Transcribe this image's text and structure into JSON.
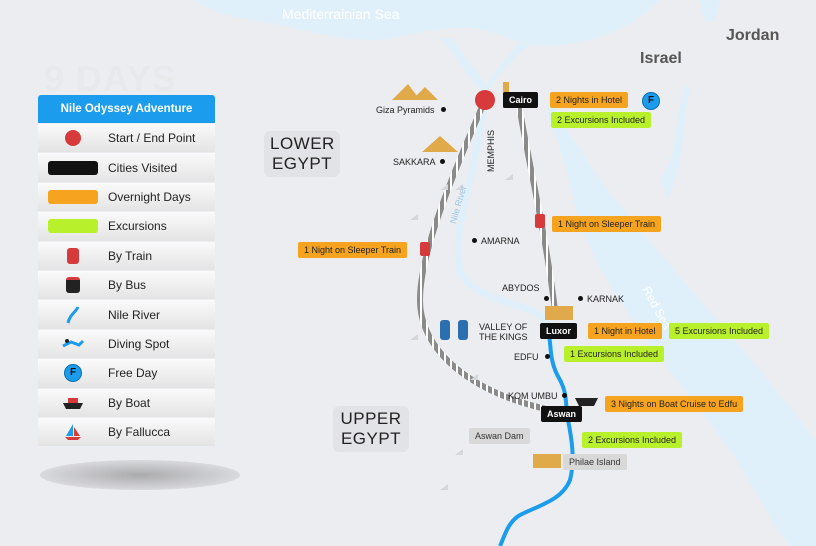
{
  "map": {
    "seas": {
      "mediterranean": "Mediterrainian Sea",
      "red_sea": "Red Sea"
    },
    "countries": {
      "israel": "Israel",
      "jordan": "Jordan"
    },
    "river": "Nile River",
    "regions": {
      "lower": "LOWER EGYPT",
      "upper": "UPPER EGYPT"
    },
    "places": {
      "giza": "Giza Pyramids",
      "sakkara": "SAKKARA",
      "memphis": "MEMPHIS",
      "amarna": "AMARNA",
      "abydos": "ABYDOS",
      "karnak": "KARNAK",
      "valley": "VALLEY OF THE KINGS",
      "edfu": "EDFU",
      "kom_umbu": "KOM UMBU",
      "aswan_dam": "Aswan Dam",
      "philae": "Philae Island"
    },
    "cities": {
      "cairo": "Cairo",
      "luxor": "Luxor",
      "aswan": "Aswan"
    },
    "tags": {
      "cairo_nights": "2 Nights in Hotel",
      "cairo_free": "F",
      "cairo_exc": "2 Excursions Included",
      "train_east": "1 Night on Sleeper Train",
      "train_west": "1 Night on Sleeper Train",
      "luxor_night": "1 Night in Hotel",
      "luxor_exc": "5 Excursions Included",
      "edfu_exc": "1 Excursions Included",
      "cruise": "3 Nights on Boat Cruise to Edfu",
      "aswan_exc": "2 Excursions Included"
    },
    "colors": {
      "water": "#1c9cec",
      "sea": "#dff0fb",
      "orange": "#f6a31f",
      "green": "#b9f02c",
      "start": "#d63a3a"
    }
  },
  "legend": {
    "watermark": "9 DAYS",
    "title": "Nile Odyssey Adventure",
    "items": [
      {
        "icon": "red-dot",
        "label": "Start / End Point"
      },
      {
        "icon": "black-bar",
        "label": "Cities Visited"
      },
      {
        "icon": "orange-bar",
        "label": "Overnight Days"
      },
      {
        "icon": "green-bar",
        "label": "Excursions"
      },
      {
        "icon": "train-icon",
        "label": "By Train"
      },
      {
        "icon": "bus-icon",
        "label": "By Bus"
      },
      {
        "icon": "river-icon",
        "label": "Nile River"
      },
      {
        "icon": "diver-icon",
        "label": "Diving Spot"
      },
      {
        "icon": "free-day-icon",
        "label": "Free Day",
        "glyph": "F"
      },
      {
        "icon": "boat-icon",
        "label": "By Boat"
      },
      {
        "icon": "sailboat-icon",
        "label": "By Fallucca"
      }
    ]
  }
}
